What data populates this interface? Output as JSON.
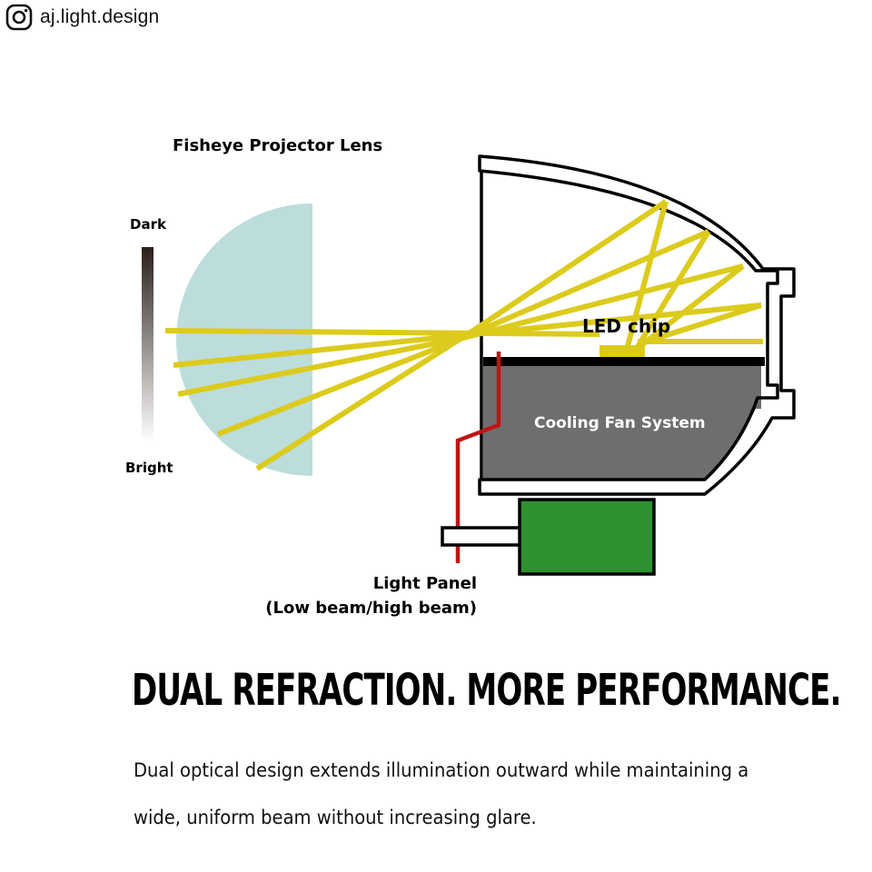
{
  "header": {
    "icon": "instagram-icon",
    "handle": "aj.light.design"
  },
  "diagram": {
    "lens_label": "Fisheye Projector Lens",
    "gradient_top_label": "Dark",
    "gradient_bottom_label": "Bright",
    "led_label": "LED chip",
    "cooling_label": "Cooling Fan System",
    "panel_label_line1": "Light Panel",
    "panel_label_line2": "(Low beam/high beam)",
    "colors": {
      "lens": "#bcdddc",
      "rays": "#dccb1c",
      "cooling": "#6e6e6e",
      "panel": "#2d9131",
      "wire": "#c11414",
      "housing": "#000000"
    }
  },
  "headline": "DUAL REFRACTION. MORE PERFORMANCE.",
  "body": "Dual optical design extends illumination outward while maintaining a wide, uniform beam without increasing glare."
}
